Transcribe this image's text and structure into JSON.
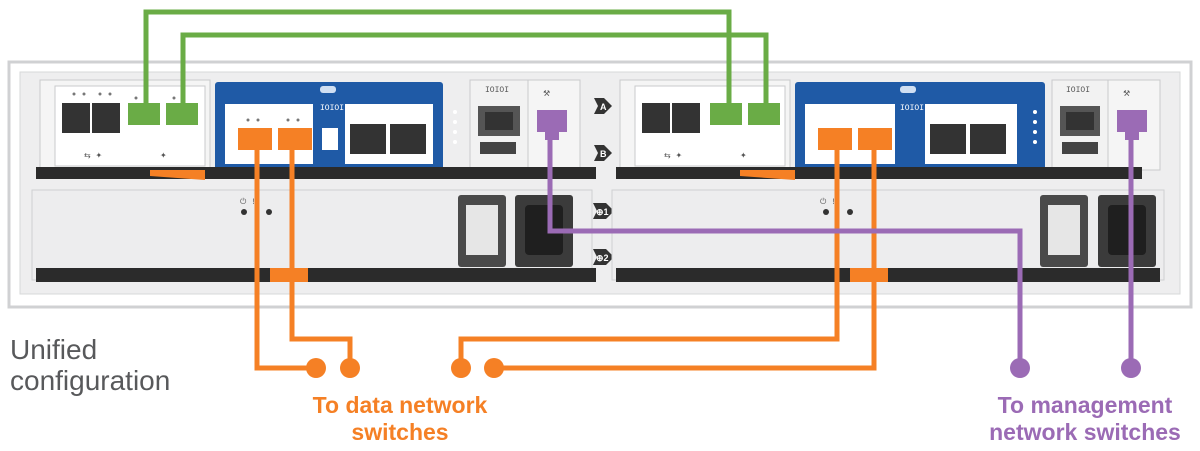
{
  "title": "Unified\nconfiguration",
  "labels": {
    "data": "To data network\nswitches",
    "mgmt": "To management\nnetwork switches"
  },
  "port_tags": {
    "a": "A",
    "b": "B",
    "psu1": "⊕1",
    "psu2": "⊕2"
  },
  "module_tags": {
    "serial": "IOIOI",
    "usb": "⭠"
  },
  "colors": {
    "data_cable": "#f58025",
    "mgmt_cable": "#9b6bb5",
    "cluster_cable": "#6aac46",
    "controller_blue": "#1f5aa6",
    "chassis": "#e6e7e8"
  },
  "icons": {
    "port_badge": "shield-badge-icon",
    "wrench": "wrench-icon",
    "power_switch": "power-switch-icon",
    "power_socket": "power-socket-icon",
    "network": "network-icon"
  }
}
